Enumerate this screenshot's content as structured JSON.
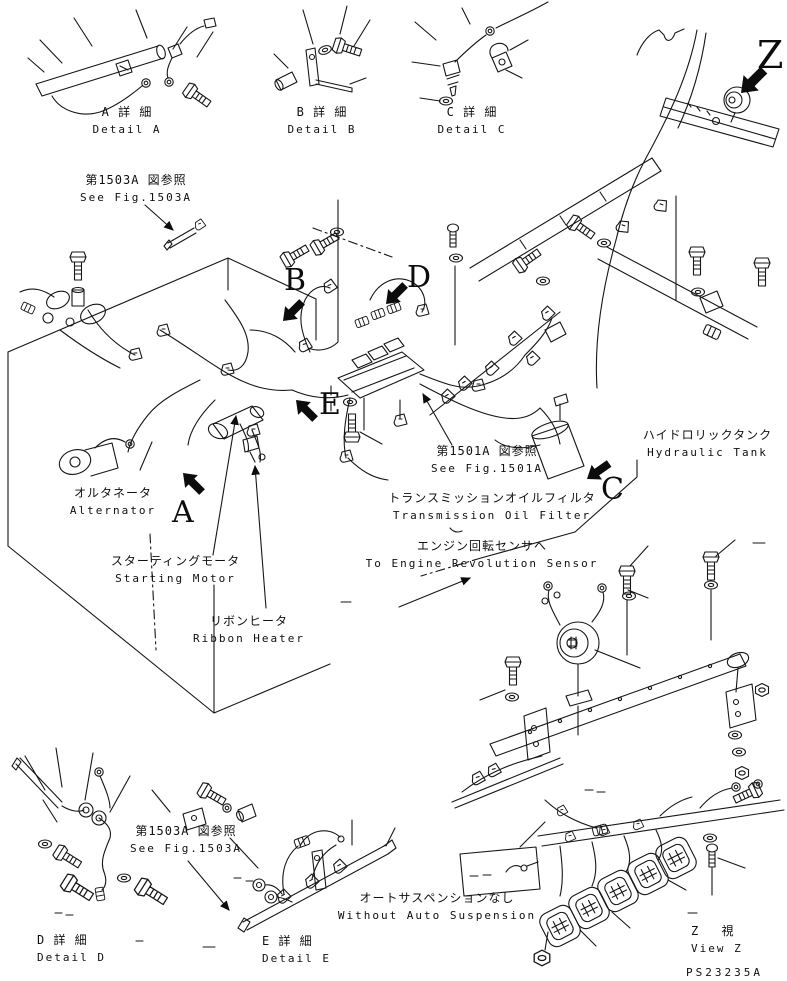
{
  "page": {
    "part_number": "PS23235A",
    "background": "#ffffff",
    "line_color": "#161616"
  },
  "details": {
    "a": {
      "jp": "A 詳 細",
      "en": "Detail A"
    },
    "b": {
      "jp": "B 詳 細",
      "en": "Detail B"
    },
    "c": {
      "jp": "C 詳 細",
      "en": "Detail C"
    },
    "d": {
      "jp": "D 詳 細",
      "en": "Detail D"
    },
    "e": {
      "jp": "E 詳 細",
      "en": "Detail E"
    }
  },
  "references": {
    "fig1503a_top": {
      "jp": "第1503A 図参照",
      "en": "See Fig.1503A"
    },
    "fig1501a": {
      "jp": "第1501A 図参照",
      "en": "See Fig.1501A"
    },
    "fig1503a_bottom": {
      "jp": "第1503A 図参照",
      "en": "See Fig.1503A"
    }
  },
  "components": {
    "alternator": {
      "jp": "オルタネータ",
      "en": "Alternator"
    },
    "starting_motor": {
      "jp": "スターティングモータ",
      "en": "Starting Motor"
    },
    "ribbon_heater": {
      "jp": "リボンヒータ",
      "en": "Ribbon Heater"
    },
    "transmission_oil_filter": {
      "jp": "トランスミッションオイルフィルタ",
      "en": "Transmission Oil Filter"
    },
    "engine_revolution_sensor": {
      "jp": "エンジン回転センサへ",
      "en": "To Engine Revolution Sensor"
    },
    "hydraulic_tank": {
      "jp": "ハイドロリックタンク",
      "en": "Hydraulic Tank"
    },
    "without_auto_suspension": {
      "jp": "オートサスペンションなし",
      "en": "Without Auto Suspension"
    }
  },
  "view_z": {
    "jp": "Z 視",
    "en": "View Z"
  },
  "callouts": {
    "a": "A",
    "b": "B",
    "c": "C",
    "d": "D",
    "e": "E",
    "z": "Z"
  }
}
